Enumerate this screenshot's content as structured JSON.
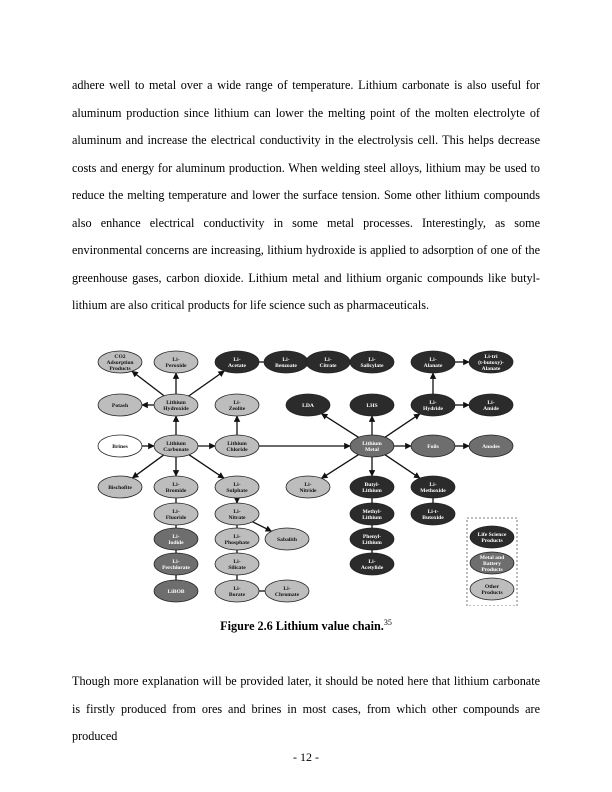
{
  "paragraphs": {
    "p1": "adhere well to metal over a wide range of temperature. Lithium carbonate is also useful for aluminum production since lithium can lower the melting point of the molten electrolyte of aluminum and increase the electrical conductivity in the electrolysis cell. This helps decrease costs and energy for aluminum production. When welding steel alloys, lithium may be used to reduce the melting temperature and lower the surface tension. Some other lithium compounds also enhance electrical conductivity in some metal processes. Interestingly, as some environmental concerns are increasing, lithium hydroxide is applied to adsorption of one of the greenhouse gases, carbon dioxide. Lithium metal and lithium organic compounds like butyl-lithium are also critical products for life science such as pharmaceuticals.",
    "p2": "Though more explanation will be provided later, it should be noted here that lithium carbonate is firstly produced from ores and brines in most cases, from which other compounds are produced"
  },
  "figure": {
    "caption": "Figure 2.6 Lithium value chain.",
    "ref": "35",
    "colors": {
      "dark": "#2b2b2b",
      "mid": "#6e6e6e",
      "light": "#bdbdbd",
      "white": "#ffffff"
    },
    "nodes": [
      {
        "id": "co2",
        "lines": [
          "CO2",
          "Adsorption",
          "Products"
        ],
        "shade": "light"
      },
      {
        "id": "peroxide",
        "lines": [
          "Li-",
          "Peroxide"
        ],
        "shade": "light"
      },
      {
        "id": "acetate",
        "lines": [
          "Li-",
          "Acetate"
        ],
        "shade": "dark"
      },
      {
        "id": "benzoate",
        "lines": [
          "Li-",
          "Benzoate"
        ],
        "shade": "dark"
      },
      {
        "id": "citrate",
        "lines": [
          "Li-",
          "Citrate"
        ],
        "shade": "dark"
      },
      {
        "id": "salicylate",
        "lines": [
          "Li-",
          "Salicylate"
        ],
        "shade": "dark"
      },
      {
        "id": "alanate",
        "lines": [
          "Li-",
          "Alanate"
        ],
        "shade": "dark"
      },
      {
        "id": "tributoxy",
        "lines": [
          "Li-tri",
          "(t-butoxy)-",
          "Alanate"
        ],
        "shade": "dark"
      },
      {
        "id": "potash",
        "lines": [
          "Potash"
        ],
        "shade": "light"
      },
      {
        "id": "hydroxide",
        "lines": [
          "Lithium",
          "Hydroxide"
        ],
        "shade": "light"
      },
      {
        "id": "zeolite",
        "lines": [
          "Li-",
          "Zeolite"
        ],
        "shade": "light"
      },
      {
        "id": "lda",
        "lines": [
          "LDA"
        ],
        "shade": "dark"
      },
      {
        "id": "lhs",
        "lines": [
          "LHS"
        ],
        "shade": "dark"
      },
      {
        "id": "hydride",
        "lines": [
          "Li-",
          "Hydride"
        ],
        "shade": "dark"
      },
      {
        "id": "amide",
        "lines": [
          "Li-",
          "Amide"
        ],
        "shade": "dark"
      },
      {
        "id": "brines",
        "lines": [
          "Brines"
        ],
        "shade": "white"
      },
      {
        "id": "carbonate",
        "lines": [
          "Lithium",
          "Carbonate"
        ],
        "shade": "light"
      },
      {
        "id": "chloride",
        "lines": [
          "Lithium",
          "Chloride"
        ],
        "shade": "light"
      },
      {
        "id": "metal",
        "lines": [
          "Lithium",
          "Metal"
        ],
        "shade": "mid"
      },
      {
        "id": "foils",
        "lines": [
          "Foils"
        ],
        "shade": "mid"
      },
      {
        "id": "anodes",
        "lines": [
          "Anodes"
        ],
        "shade": "mid"
      },
      {
        "id": "bischofite",
        "lines": [
          "Bischofite"
        ],
        "shade": "light"
      },
      {
        "id": "bromide",
        "lines": [
          "Li-",
          "Bromide"
        ],
        "shade": "light"
      },
      {
        "id": "sulphate",
        "lines": [
          "Li-",
          "Sulphate"
        ],
        "shade": "light"
      },
      {
        "id": "nitride",
        "lines": [
          "Li-",
          "Nitride"
        ],
        "shade": "light"
      },
      {
        "id": "butyl",
        "lines": [
          "Butyl-",
          "Lithium"
        ],
        "shade": "dark"
      },
      {
        "id": "methoxide",
        "lines": [
          "Li-",
          "Methoxide"
        ],
        "shade": "dark"
      },
      {
        "id": "fluoride",
        "lines": [
          "Li-",
          "Fluoride"
        ],
        "shade": "light"
      },
      {
        "id": "nitrate",
        "lines": [
          "Li-",
          "Nitrate"
        ],
        "shade": "light"
      },
      {
        "id": "sabalith",
        "lines": [
          "Sabalith"
        ],
        "shade": "light"
      },
      {
        "id": "methyl",
        "lines": [
          "Methyl-",
          "Lithium"
        ],
        "shade": "dark"
      },
      {
        "id": "butoxide",
        "lines": [
          "Li-t-",
          "Butoxide"
        ],
        "shade": "dark"
      },
      {
        "id": "iodide",
        "lines": [
          "Li-",
          "Iodide"
        ],
        "shade": "mid"
      },
      {
        "id": "phosphate",
        "lines": [
          "Li-",
          "Phosphate"
        ],
        "shade": "light"
      },
      {
        "id": "phenyl",
        "lines": [
          "Phenyl-",
          "Lithium"
        ],
        "shade": "dark"
      },
      {
        "id": "perchlorate",
        "lines": [
          "Li-",
          "Perchlorate"
        ],
        "shade": "mid"
      },
      {
        "id": "silicate",
        "lines": [
          "Li-",
          "Silicate"
        ],
        "shade": "light"
      },
      {
        "id": "acetylide",
        "lines": [
          "Li-",
          "Acetylide"
        ],
        "shade": "dark"
      },
      {
        "id": "libob",
        "lines": [
          "LiBOB"
        ],
        "shade": "mid"
      },
      {
        "id": "borate",
        "lines": [
          "Li-",
          "Borate"
        ],
        "shade": "light"
      },
      {
        "id": "chromate",
        "lines": [
          "Li-",
          "Chromate"
        ],
        "shade": "light"
      },
      {
        "id": "leg-life",
        "lines": [
          "Life Science",
          "Products"
        ],
        "shade": "dark"
      },
      {
        "id": "leg-metal",
        "lines": [
          "Metal and",
          "Battery",
          "Products"
        ],
        "shade": "mid"
      },
      {
        "id": "leg-other",
        "lines": [
          "Other",
          "Products"
        ],
        "shade": "light"
      }
    ],
    "edges": [
      [
        "brines",
        "carbonate"
      ],
      [
        "carbonate",
        "chloride"
      ],
      [
        "chloride",
        "metal"
      ],
      [
        "metal",
        "foils"
      ],
      [
        "foils",
        "anodes"
      ],
      [
        "carbonate",
        "hydroxide"
      ],
      [
        "hydroxide",
        "co2"
      ],
      [
        "hydroxide",
        "potash"
      ],
      [
        "hydroxide",
        "peroxide"
      ],
      [
        "hydroxide",
        "acetate"
      ],
      [
        "chloride",
        "zeolite"
      ],
      [
        "carbonate",
        "bischofite"
      ],
      [
        "carbonate",
        "bromide"
      ],
      [
        "carbonate",
        "sulphate"
      ],
      [
        "metal",
        "lda"
      ],
      [
        "metal",
        "lhs"
      ],
      [
        "metal",
        "hydride"
      ],
      [
        "hydride",
        "alanate"
      ],
      [
        "alanate",
        "tributoxy"
      ],
      [
        "hydride",
        "amide"
      ],
      [
        "metal",
        "nitride"
      ],
      [
        "metal",
        "butyl"
      ],
      [
        "metal",
        "methoxide"
      ],
      [
        "sulphate",
        "nitrate"
      ],
      [
        "nitrate",
        "sabalith"
      ]
    ],
    "chains": [
      [
        "bromide",
        "fluoride",
        "iodide",
        "perchlorate",
        "libob"
      ],
      [
        "sulphate",
        "nitrate",
        "phosphate",
        "silicate",
        "borate"
      ],
      [
        "butyl",
        "methyl",
        "phenyl",
        "acetylide"
      ],
      [
        "methoxide",
        "butoxide"
      ],
      [
        "borate",
        "chromate"
      ]
    ],
    "topbar": [
      "acetate",
      "benzoate",
      "citrate",
      "salicylate"
    ]
  },
  "page_number": "- 12 -"
}
